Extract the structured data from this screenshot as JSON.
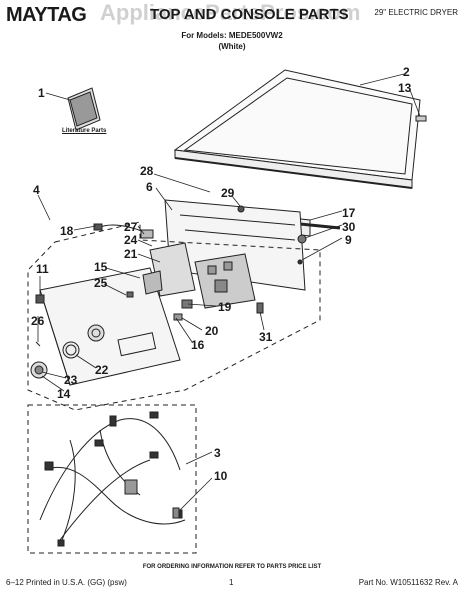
{
  "header": {
    "brand": "MAYTAG",
    "title": "TOP AND CONSOLE PARTS",
    "watermark": "AppliancePartsPros.com",
    "subtitle": "29\" ELECTRIC DRYER",
    "models_line": "For Models: MEDE500VW2",
    "color_line": "(White)"
  },
  "callouts": {
    "c1": "1",
    "c2": "2",
    "c13": "13",
    "c28": "28",
    "c6": "6",
    "c29": "29",
    "c17": "17",
    "c30": "30",
    "c9": "9",
    "c4": "4",
    "c18": "18",
    "c27": "27",
    "c24": "24",
    "c21": "21",
    "c15": "15",
    "c25": "25",
    "c19": "19",
    "c11": "11",
    "c26": "26",
    "c20": "20",
    "c31": "31",
    "c16": "16",
    "c22": "22",
    "c23": "23",
    "c14": "14",
    "c3": "3",
    "c10": "10"
  },
  "literature_label": "Literature Parts",
  "footer": {
    "ordering": "FOR ORDERING INFORMATION REFER TO PARTS PRICE LIST",
    "left": "6–12 Printed in U.S.A. (GG) (psw)",
    "page": "1",
    "part_no": "Part No. W10511632 Rev. A"
  }
}
